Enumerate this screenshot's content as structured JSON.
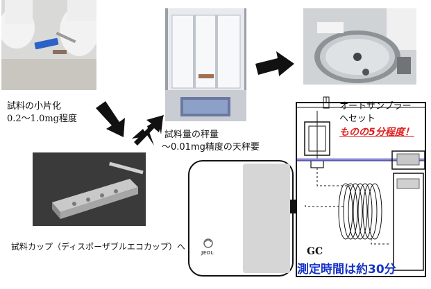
{
  "steps": {
    "step1_label_line1": "試料の小片化",
    "step1_label_line2": "0.2～1.0mg程度",
    "step2_label_line1": "試料量の秤量",
    "step2_label_line2": "～0.01mg精度の天秤要",
    "step3_label": "試料カップ（ディスポーザブルエコカップ）へ"
  },
  "autosampler": {
    "label_line1": "オートサンプラー",
    "label_line2": "へセット",
    "time_note": "ものの5分程度！"
  },
  "instrument": {
    "gc_label": "GC",
    "brand_logo": "JEOL",
    "measurement_time": "測定時間は約30分"
  },
  "colors": {
    "accent_red": "#e02020",
    "accent_blue": "#1533c8",
    "column_line": "#8a8ad8"
  }
}
